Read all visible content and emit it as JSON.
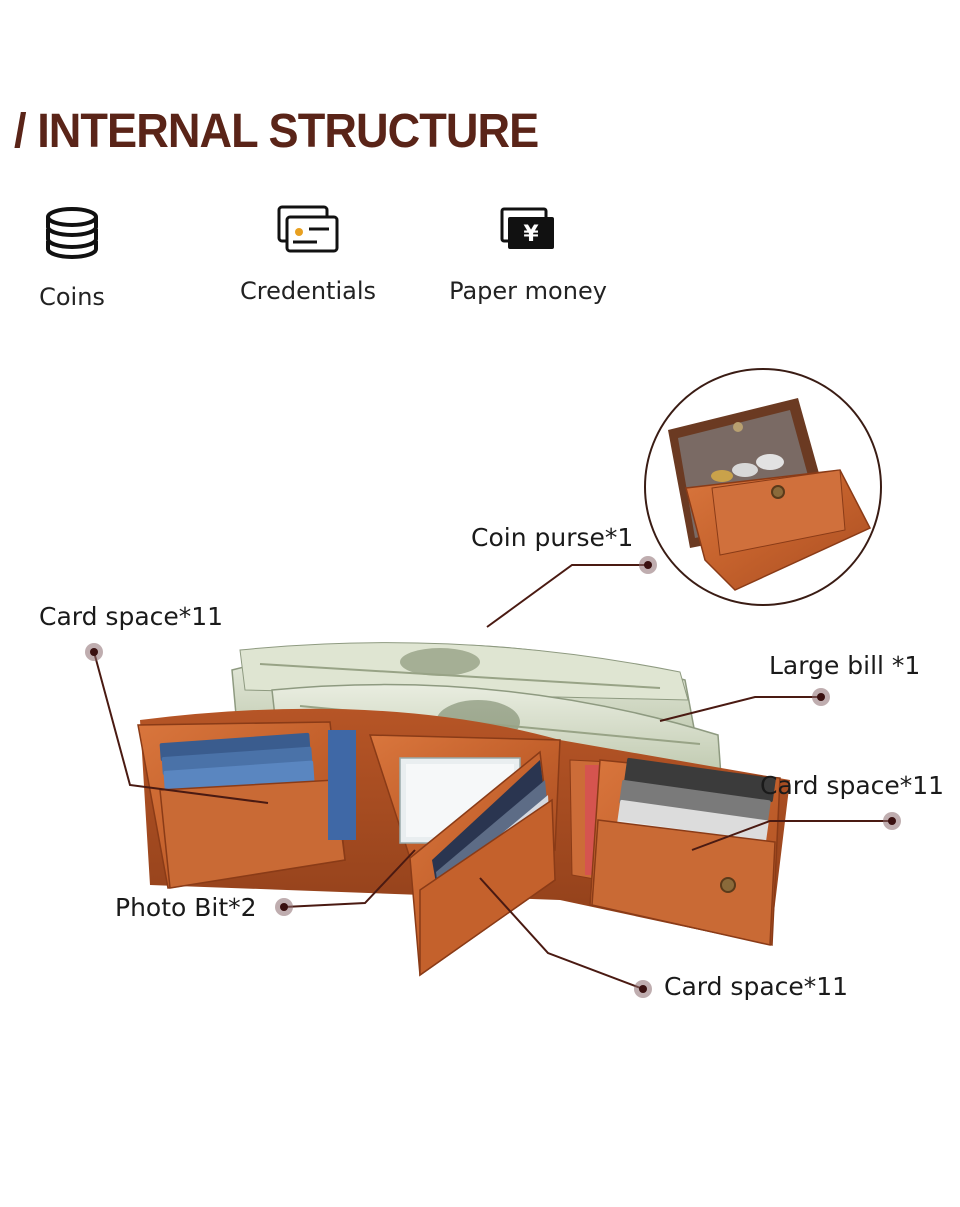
{
  "heading": "/ INTERNAL STRUCTURE",
  "features": [
    {
      "label": "Coins",
      "icon": "coins-icon"
    },
    {
      "label": "Credentials",
      "icon": "card-icon"
    },
    {
      "label": "Paper money",
      "icon": "banknote-icon"
    }
  ],
  "callouts": {
    "coin_purse": "Coin purse*1",
    "card_space_left": "Card space*11",
    "large_bill": "Large bill *1",
    "card_space_right": "Card space*11",
    "photo_bit": "Photo Bit*2",
    "card_space_bottom": "Card space*11"
  },
  "colors": {
    "heading": "#5a2418",
    "leather": "#c4612c",
    "leader_line": "#4a1a12",
    "dot": "#8a6a6e"
  }
}
